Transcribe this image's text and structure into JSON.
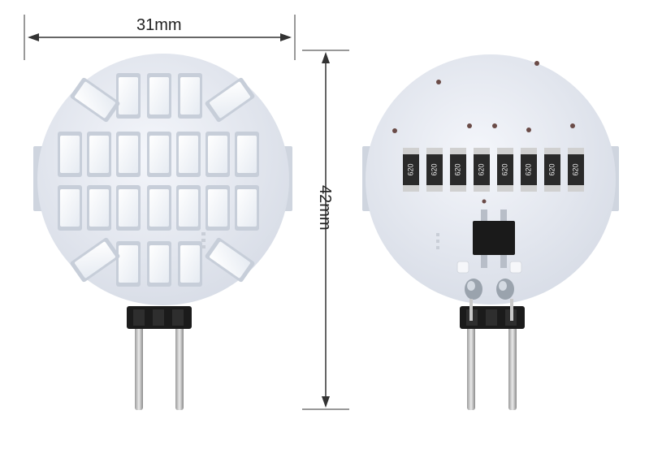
{
  "dimensions": {
    "width_label": "31mm",
    "height_label": "42mm"
  },
  "product": {
    "front_led_count": 24,
    "back_resistor_count": 8,
    "resistor_marking": "620"
  },
  "colors": {
    "board": "#e9edf5",
    "led_body": "#dfe4ec",
    "led_emitter": "#f7fbff",
    "pin_base": "#1b1b1b",
    "pin_metal": "#c9c9c9",
    "resistor_body": "#2a2a2a",
    "resistor_end": "#d0d0d0",
    "ic_body": "#1a1a1a",
    "solder": "#9aa3ad",
    "dimension_line": "#333333"
  }
}
